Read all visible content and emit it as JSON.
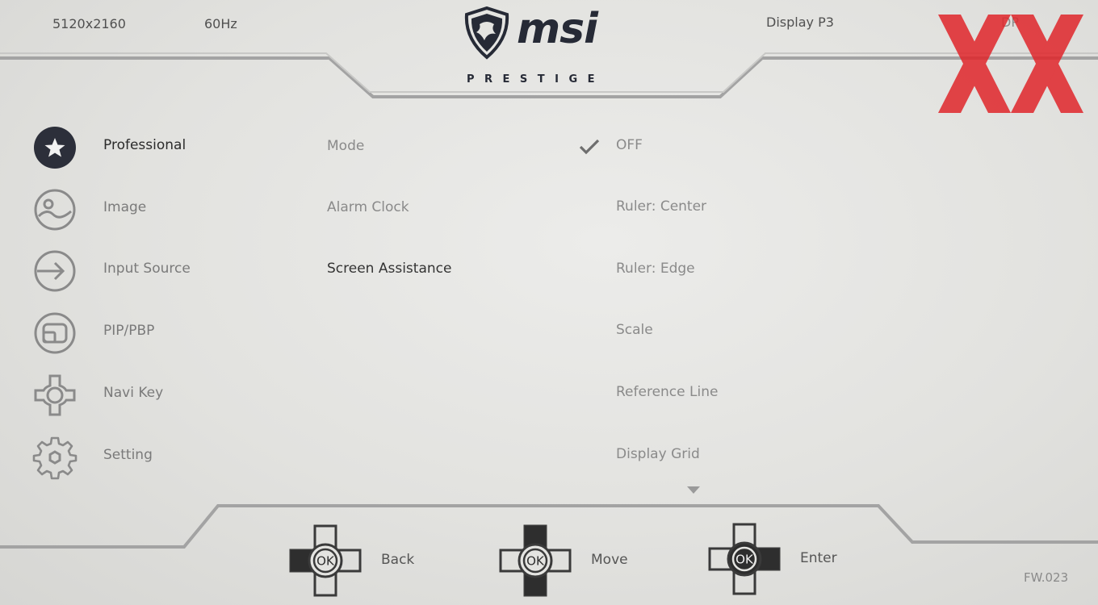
{
  "header": {
    "resolution": "5120x2160",
    "refresh_rate": "60Hz",
    "color_mode": "Display P3",
    "input": "DP",
    "brand": "msi",
    "model_line": "PRESTIGE",
    "watermark": "XX"
  },
  "menu": [
    {
      "label": "Professional",
      "icon": "star-icon",
      "active": true
    },
    {
      "label": "Image",
      "icon": "image-icon",
      "active": false
    },
    {
      "label": "Input Source",
      "icon": "input-source-icon",
      "active": false
    },
    {
      "label": "PIP/PBP",
      "icon": "pip-icon",
      "active": false
    },
    {
      "label": "Navi Key",
      "icon": "navi-key-icon",
      "active": false
    },
    {
      "label": "Setting",
      "icon": "gear-icon",
      "active": false
    }
  ],
  "submenu": [
    {
      "label": "Mode"
    },
    {
      "label": "Alarm Clock"
    },
    {
      "label": "Screen Assistance",
      "selected": true
    }
  ],
  "options": [
    {
      "label": "OFF",
      "checked": true
    },
    {
      "label": "Ruler: Center"
    },
    {
      "label": "Ruler: Edge"
    },
    {
      "label": "Scale"
    },
    {
      "label": "Reference Line"
    },
    {
      "label": "Display Grid"
    }
  ],
  "footer": {
    "back": "Back",
    "move": "Move",
    "enter": "Enter",
    "ok": "OK",
    "firmware": "FW.023"
  },
  "colors": {
    "background": "#e4e4e1",
    "frame": "#9c9c9c",
    "brand": "#262a36",
    "watermark": "#e0262b"
  }
}
